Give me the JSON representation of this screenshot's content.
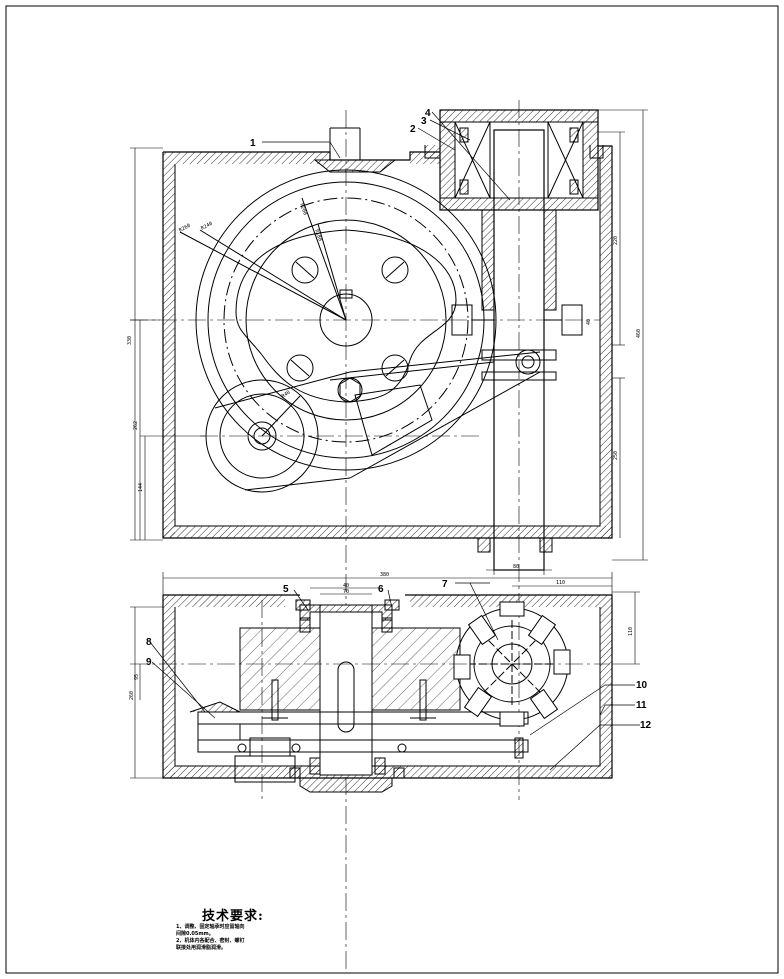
{
  "parts": {
    "p1": "1",
    "p2": "2",
    "p3": "3",
    "p4": "4",
    "p5": "5",
    "p6": "6",
    "p7": "7",
    "p8": "8",
    "p9": "9",
    "p10": "10",
    "p11": "11",
    "p12": "12"
  },
  "dims": {
    "d_left_total": "330",
    "d_left_mid": "262",
    "d_left_low": "144",
    "d_right_total": "460",
    "d_right_upper": "220",
    "d_right_small": "40",
    "d_right_lower": "250",
    "d_shaft": "80",
    "d_lower_top": "380",
    "d_lower_110": "110",
    "d_lower_a": "40",
    "d_lower_b": "70",
    "d_lower_left": "260",
    "d_lower_left2": "95",
    "d_right_110": "110",
    "d_bottom_ref": "80",
    "d_r1": "R260",
    "d_r2": "R240",
    "d_r3": "R200",
    "d_r4": "R180",
    "d_r5": "R40"
  },
  "notes": {
    "title": "技术要求:",
    "line1": "1、调整、固定轴承时应留轴向",
    "line2": "间隙0.05mm。",
    "line3": "2、机体内各配合、密封、螺钉",
    "line4": "联接处用润滑脂润滑。"
  },
  "colors": {
    "line": "#000000",
    "paper": "#ffffff"
  }
}
